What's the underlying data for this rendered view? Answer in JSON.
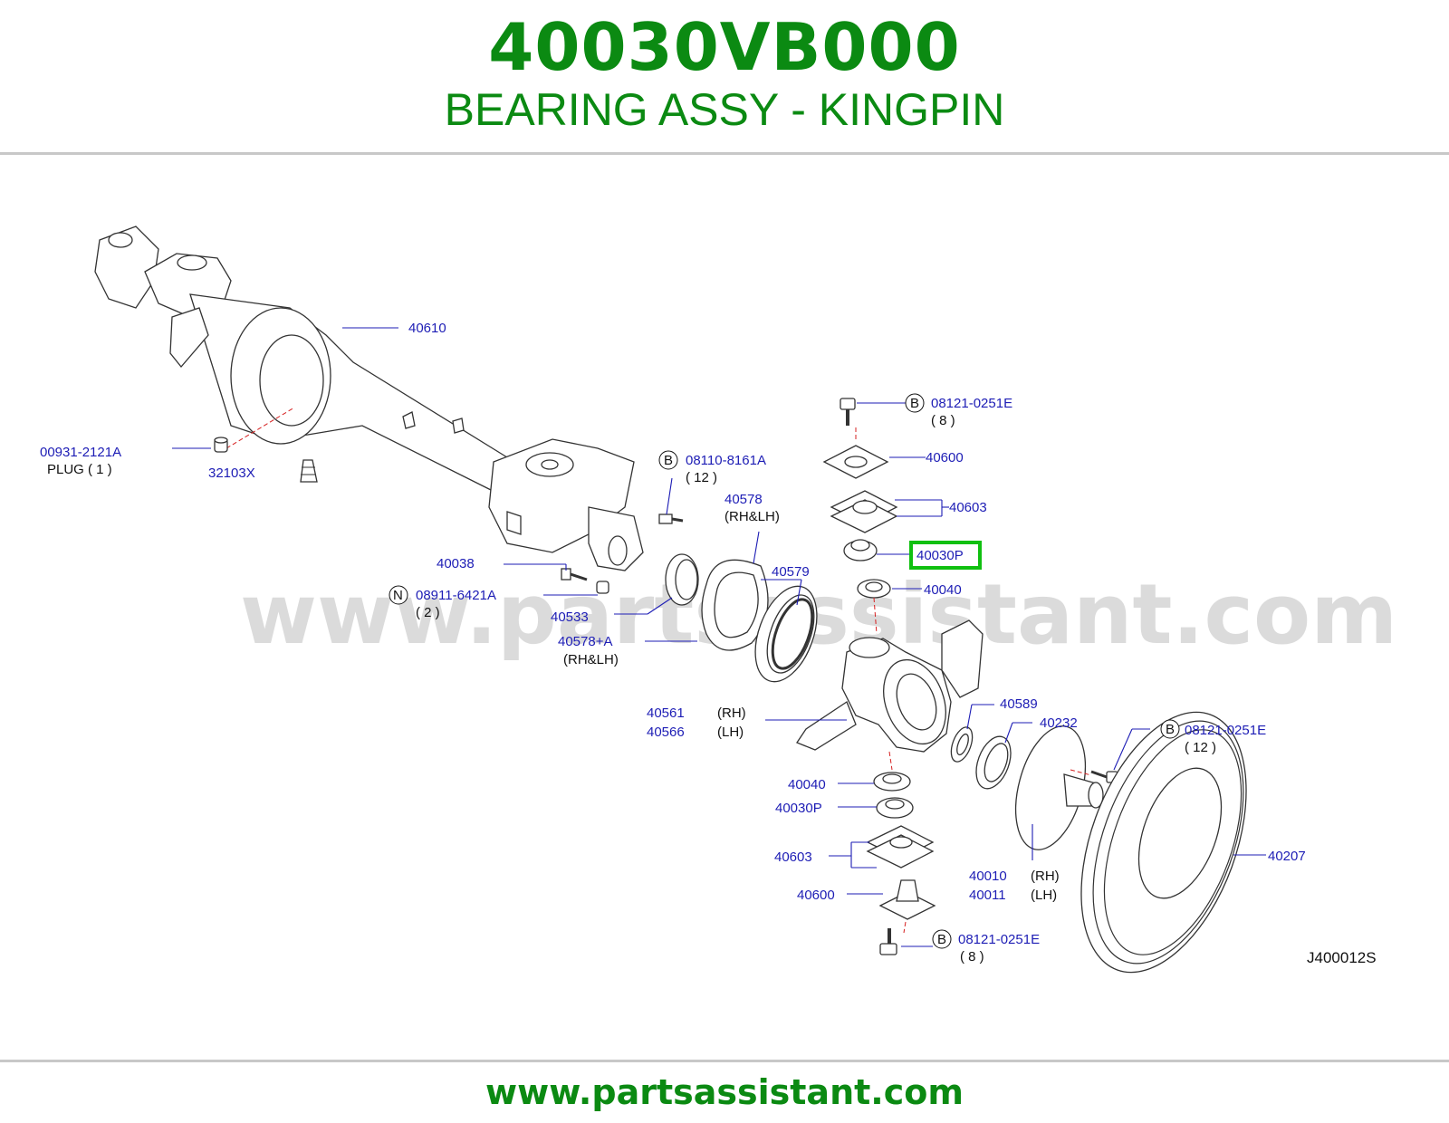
{
  "header": {
    "part_number": "40030VB000",
    "part_name": "BEARING ASSY - KINGPIN"
  },
  "watermark": "www.partsassistant.com",
  "diagram": {
    "code": "J400012S",
    "highlight_color": "#10c010",
    "labels": {
      "l40610": "40610",
      "l00931": "00931-2121A",
      "plug": "PLUG ( 1 )",
      "l32103x": "32103X",
      "b_08110": "08110-8161A",
      "q_12a": "( 12 )",
      "l40578": "40578",
      "rhlh1": "(RH&LH)",
      "l40038": "40038",
      "n_08911": "08911-6421A",
      "q_2": "( 2 )",
      "l40579": "40579",
      "l40533": "40533",
      "l40578a": "40578+A",
      "rhlh2": "(RH&LH)",
      "b_08121_top": "08121-0251E",
      "q_8a": "( 8 )",
      "l40600_top": "40600",
      "l40603_top": "40603",
      "l40030p_top": "40030P",
      "l40040_top": "40040",
      "l40561": "40561",
      "rh1": "(RH)",
      "l40566": "40566",
      "lh1": "(LH)",
      "l40589": "40589",
      "l40232": "40232",
      "b_08121_right": "08121-0251E",
      "q_12b": "( 12 )",
      "l40040_bot": "40040",
      "l40030p_bot": "40030P",
      "l40603_bot": "40603",
      "l40600_bot": "40600",
      "b_08121_bot": "08121-0251E",
      "q_8b": "( 8 )",
      "l40010": "40010",
      "rh2": "(RH)",
      "l40011": "40011",
      "lh2": "(LH)",
      "l40207": "40207"
    },
    "circle_letters": {
      "b1": "B",
      "b2": "B",
      "b3": "B",
      "b4": "B",
      "n1": "N"
    }
  },
  "footer": {
    "url": "www.partsassistant.com"
  }
}
